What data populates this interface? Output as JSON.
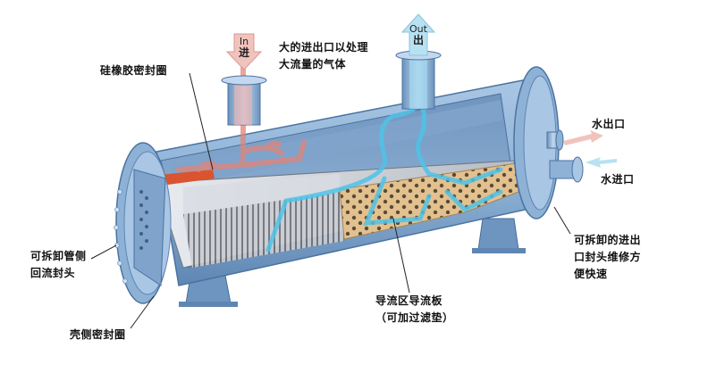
{
  "diagram": {
    "type": "shell-and-tube heat exchanger cutaway",
    "colors": {
      "shell": "#8eb2d6",
      "shell_dark": "#5f86b3",
      "shell_light": "#c3d8ee",
      "hot_flow": "#e28478",
      "hot_flow_light": "#f1c3bd",
      "cold_flow": "#4fc3e8",
      "cold_flow_light": "#b8e1f2",
      "baffle_plate": "#e2c18f",
      "seal_ring": "#d9542f",
      "tubes": "#7d7f85",
      "label_text": "#111111"
    },
    "inlet_arrow": {
      "en": "In",
      "zh": "进"
    },
    "outlet_arrow": {
      "en": "Out",
      "zh": "出"
    },
    "labels": {
      "large_port": [
        "大的进出口以处理",
        "大流量的气体"
      ],
      "rubber_seal": "硅橡胶密封圈",
      "water_outlet": "水出口",
      "water_inlet": "水进口",
      "removable_inlet_head": [
        "可拆卸的进出",
        "口封头维修方",
        "便快速"
      ],
      "removable_return_head": [
        "可拆卸管侧",
        "回流封头"
      ],
      "shell_seal": "壳侧密封圈",
      "baffle": [
        "导流区导流板",
        "（可加过滤垫）"
      ]
    }
  }
}
